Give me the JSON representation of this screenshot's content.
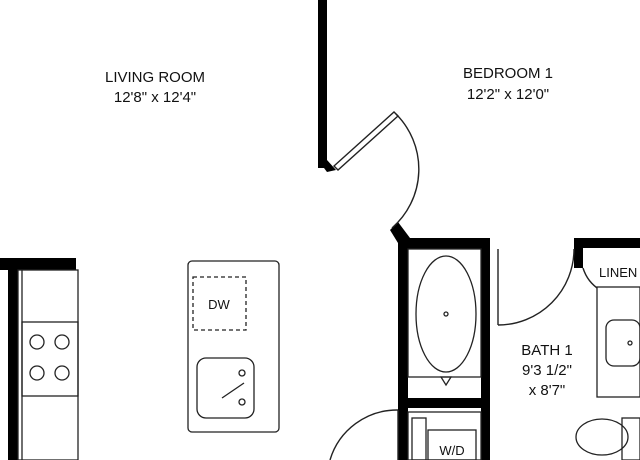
{
  "rooms": {
    "living": {
      "name": "LIVING ROOM",
      "size": "12'8\" x 12'4\""
    },
    "bedroom": {
      "name": "BEDROOM 1",
      "size": "12'2\" x 12'0\""
    },
    "bath": {
      "name": "BATH 1",
      "size_line1": "9'3 1/2\"",
      "size_line2": "x 8'7\""
    }
  },
  "fixtures": {
    "dishwasher": "DW",
    "linen": "LINEN",
    "washer_dryer": "W/D"
  },
  "colors": {
    "wall": "#000000",
    "line": "#222222",
    "background": "#ffffff"
  }
}
